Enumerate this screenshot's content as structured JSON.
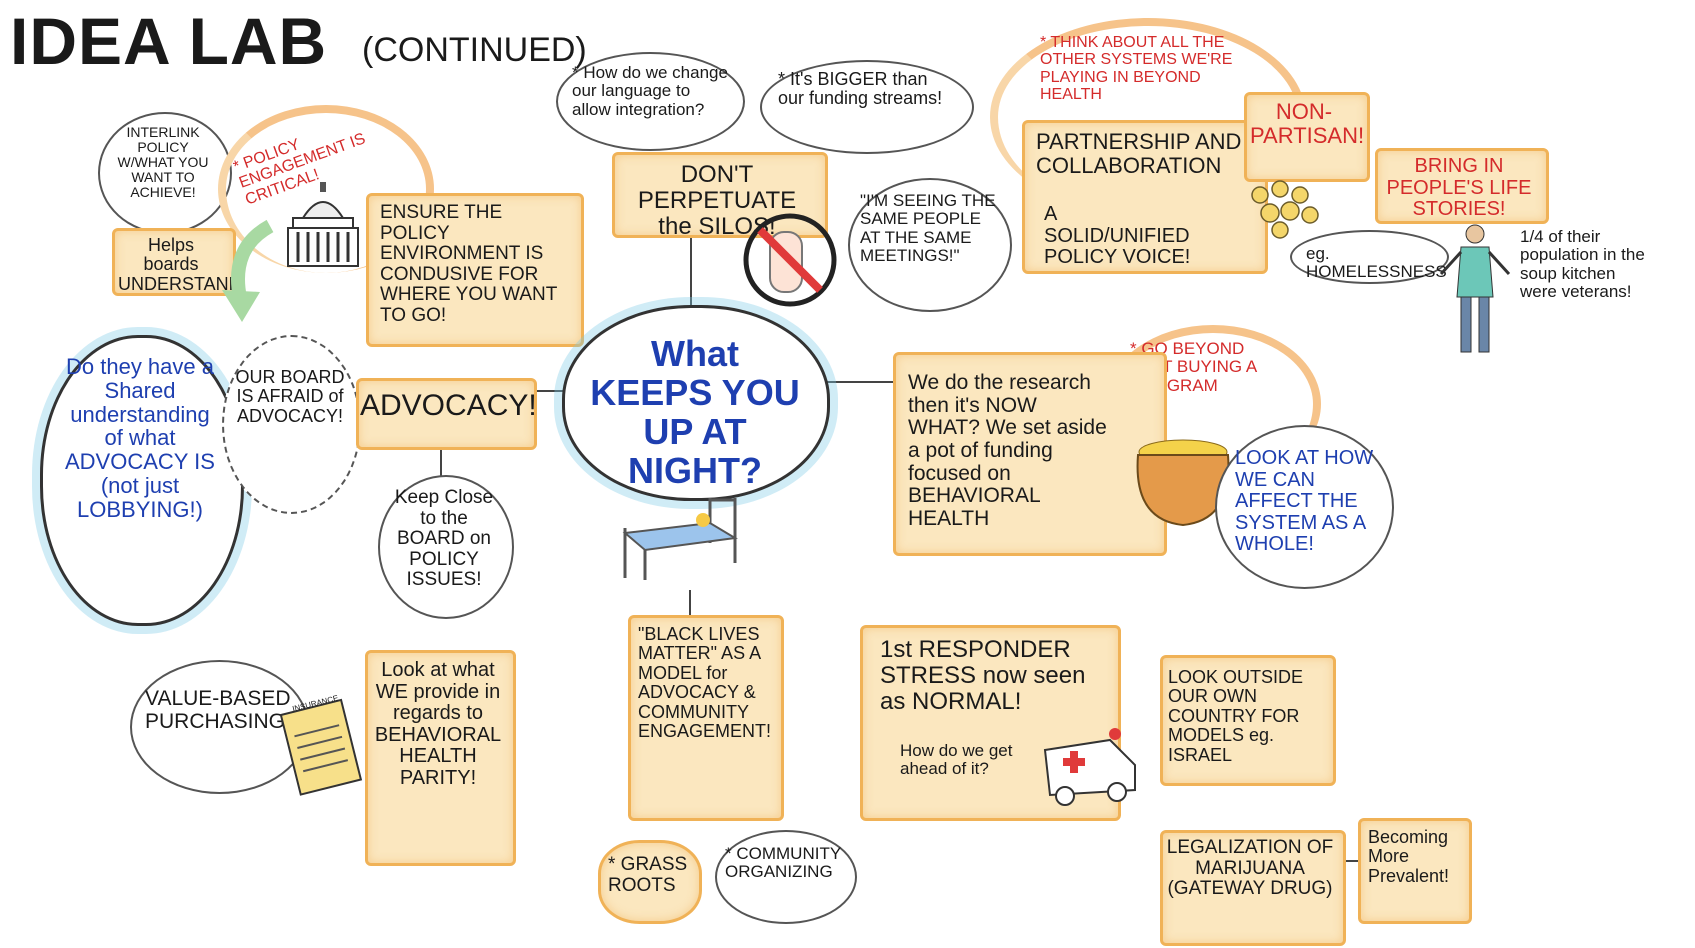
{
  "title": "IDEA LAB",
  "subtitle": "(CONTINUED)",
  "center": "What KEEPS YOU UP AT NIGHT?",
  "notes": {
    "interlink": "INTERLINK POLICY W/WHAT YOU WANT TO ACHIEVE!",
    "policy_engagement": "* POLICY ENGAGEMENT IS CRITICAL!",
    "helps_boards": "Helps boards UNDERSTAND!",
    "ensure_policy": "ENSURE THE POLICY ENVIRONMENT IS CONDUSIVE FOR WHERE YOU WANT TO GO!",
    "shared_understanding": "Do they have a Shared understanding of what ADVOCACY IS (not just LOBBYING!)",
    "board_afraid": "OUR BOARD IS AFRAID of ADVOCACY!",
    "advocacy": "ADVOCACY!",
    "keep_close": "Keep Close to the BOARD on POLICY ISSUES!",
    "change_language": "* How do we change our language to allow integration?",
    "bigger_funding": "* It's BIGGER than our funding streams!",
    "dont_perpetuate": "DON'T PERPETUATE the SILOS!",
    "seeing_same": "\"I'M SEEING THE SAME PEOPLE AT THE SAME MEETINGS!\"",
    "think_systems": "* THINK ABOUT ALL THE OTHER SYSTEMS WE'RE PLAYING IN BEYOND HEALTH",
    "non_partisan": "NON-PARTISAN!",
    "partnership": "PARTNERSHIP AND COLLABORATION",
    "solid_voice": "A SOLID/UNIFIED POLICY VOICE!",
    "life_stories": "BRING IN PEOPLE'S LIFE STORIES!",
    "homelessness": "eg. HOMELESSNESS",
    "veterans": "1/4 of their population in the soup kitchen were veterans!",
    "go_beyond": "* GO BEYOND JUST BUYING A PROGRAM",
    "research": "We do the research then it's NOW WHAT? We set aside a pot of funding focused on BEHAVIORAL HEALTH",
    "affect_system": "LOOK AT HOW WE CAN AFFECT THE SYSTEM AS A WHOLE!",
    "value_based": "VALUE-BASED PURCHASING!",
    "insurance": "INSURANCE",
    "look_provide": "Look at what WE provide in regards to BEHAVIORAL HEALTH PARITY!",
    "black_lives": "\"BLACK LIVES MATTER\" AS A MODEL for ADVOCACY & COMMUNITY ENGAGEMENT!",
    "grass_roots": "* GRASS ROOTS",
    "community_org": "* COMMUNITY ORGANIZING",
    "responder": "1st RESPONDER STRESS now seen as NORMAL!",
    "ahead": "How do we get ahead of it?",
    "outside_country": "LOOK OUTSIDE OUR OWN COUNTRY FOR MODELS eg. ISRAEL",
    "marijuana": "LEGALIZATION OF MARIJUANA (GATEWAY DRUG)",
    "prevalent": "Becoming More Prevalent!"
  },
  "colors": {
    "box_fill": "#fbe7bf",
    "box_border": "#f0b257",
    "red": "#d42b2b",
    "blue": "#1e3fb0",
    "halo": "#78c8e6"
  }
}
